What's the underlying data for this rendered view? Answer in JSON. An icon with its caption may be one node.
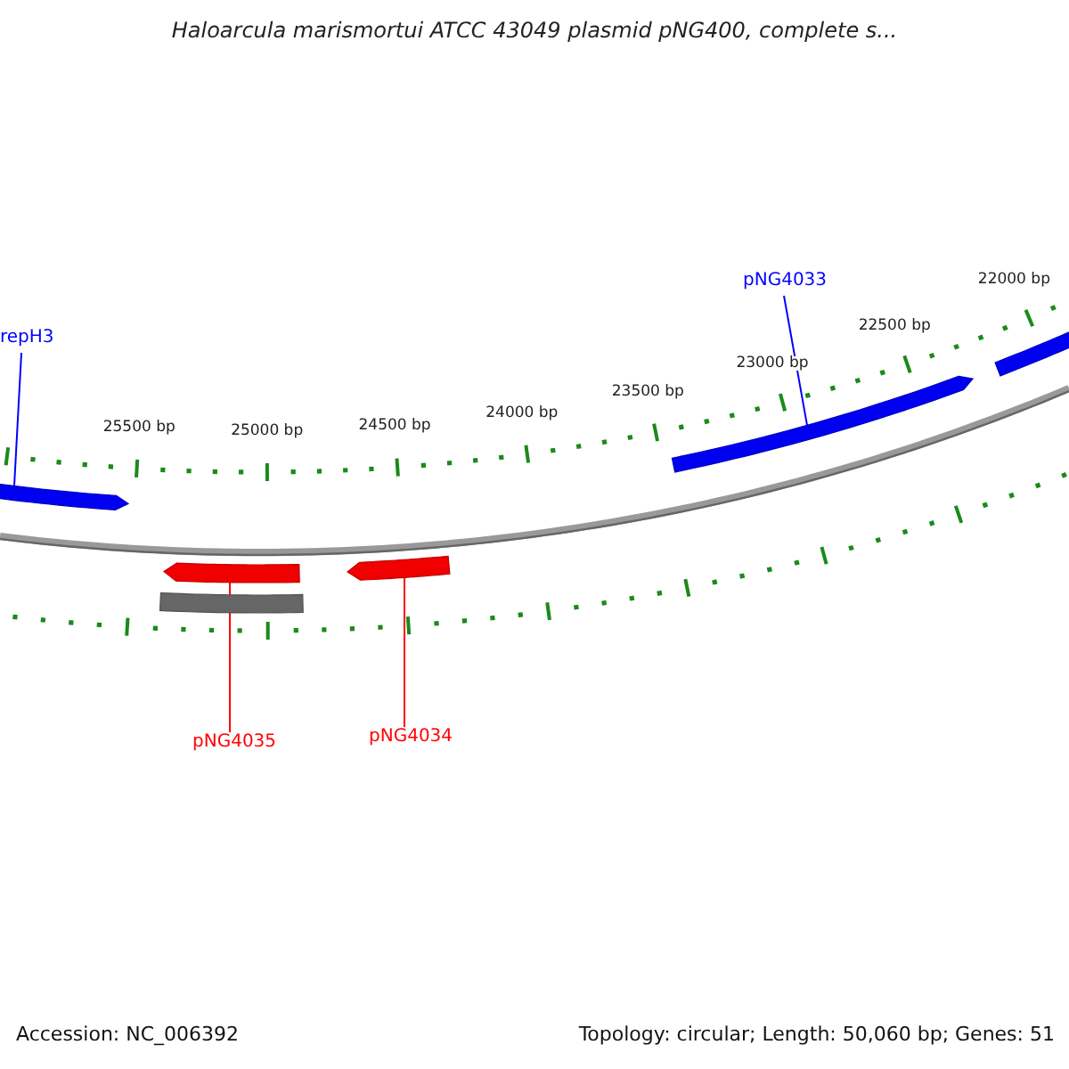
{
  "diagram": {
    "title": "Haloarcula marismortui ATCC 43049 plasmid pNG400, complete s...",
    "nodes": [
      {
        "text": [
          "repH3"
        ]
      },
      {
        "text": [],
        "shape": "bar"
      },
      {
        "text": [
          "pNG4033"
        ]
      },
      {
        "text": [],
        "shape": "bar"
      },
      {
        "text": [
          "pNG4035"
        ]
      },
      {
        "text": [],
        "shape": "bar"
      },
      {
        "text": [
          "pNG4034"
        ]
      },
      {
        "text": [],
        "shape": "bar"
      }
    ],
    "edges": [
      {
        "from": 0,
        "to": 1,
        "arrow": "none",
        "color": "#0000ff"
      },
      {
        "from": 2,
        "to": 3,
        "arrow": "none",
        "color": "#0000ff"
      },
      {
        "from": 4,
        "to": 5,
        "arrow": "none",
        "color": "#ff0000"
      },
      {
        "from": 6,
        "to": 7,
        "arrow": "none",
        "color": "#ff0000"
      }
    ],
    "labels": [
      "25500 bp",
      "25000 bp",
      "24500 bp",
      "24000 bp",
      "23500 bp",
      "23000 bp",
      "22500 bp",
      "22000 bp",
      "Accession: NC_006392",
      "Topology: circular; Length: 50,060 bp; Genes: 51"
    ]
  }
}
